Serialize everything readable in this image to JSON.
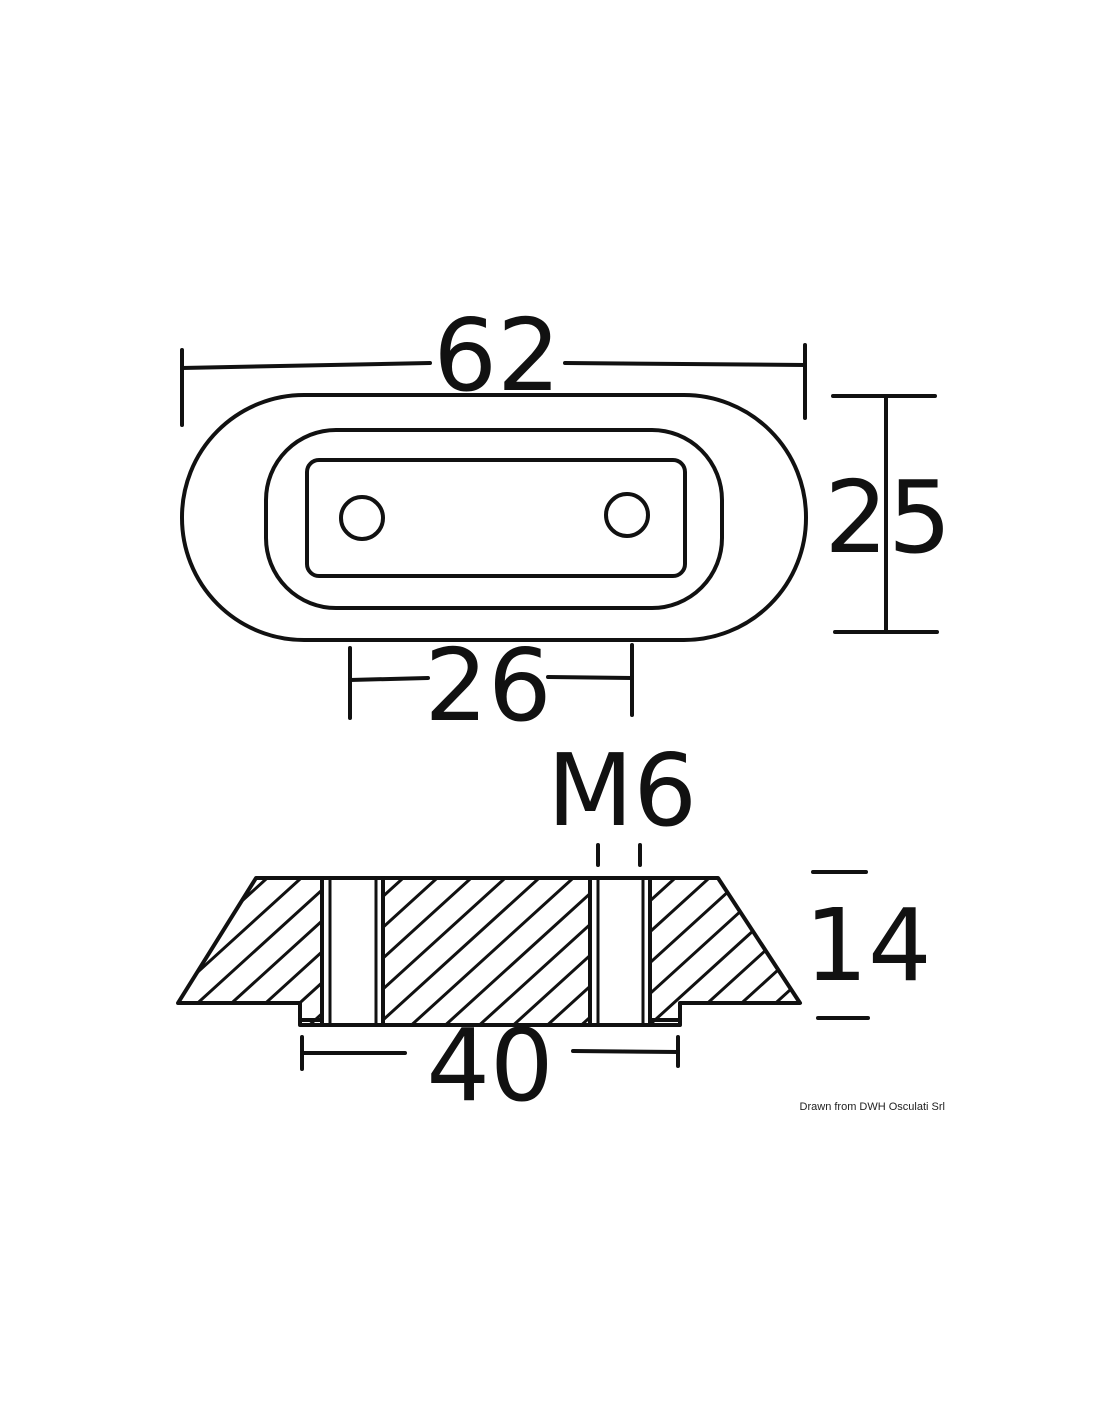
{
  "dimensions": {
    "length": "62",
    "width": "25",
    "hole_spacing": "26",
    "thread": "M6",
    "height": "14",
    "base_length": "40"
  },
  "credit": "Drawn from DWH Osculati Srl",
  "colors": {
    "line": "#111111",
    "background": "#ffffff"
  }
}
